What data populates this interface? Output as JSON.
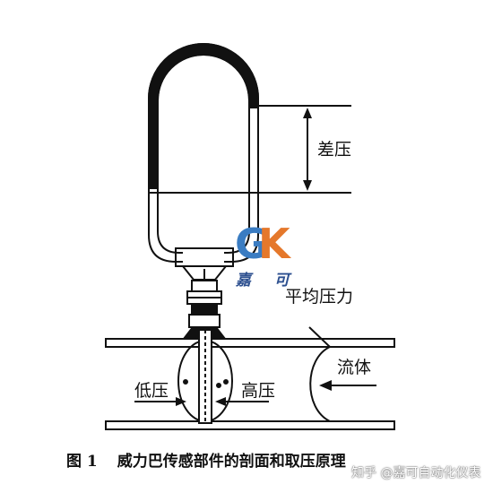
{
  "labels": {
    "diff_pressure": "差压",
    "avg_pressure": "平均压力",
    "fluid": "流体",
    "low_pressure": "低压",
    "high_pressure": "高压"
  },
  "caption": {
    "number": "图 1",
    "text": "威力巴传感部件的剖面和取压原理"
  },
  "logo": {
    "letters": "GK",
    "text": "嘉 可",
    "colors": {
      "g": "#3a7cc2",
      "k": "#e5782b",
      "text": "#2c4f8f"
    }
  },
  "watermark": "知乎 @嘉可自动化仪表",
  "colors": {
    "line": "#111111",
    "mercury": "#111111",
    "background": "#ffffff"
  }
}
